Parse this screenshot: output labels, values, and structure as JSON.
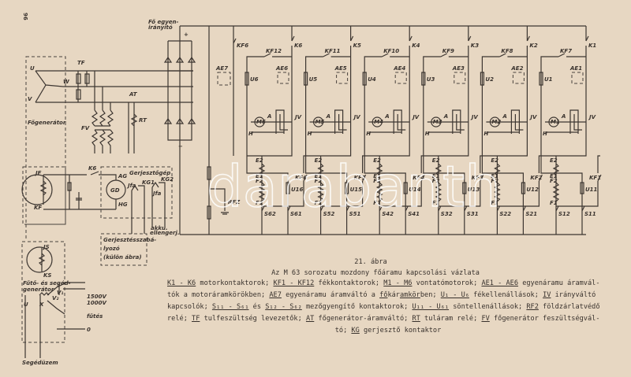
{
  "page_number": "96",
  "watermark": "darabanth",
  "caption": {
    "figure_number": "21. ábra",
    "title": "Az M 63 sorozatu mozdony főáramu kapcsolási vázlata",
    "lines": [
      [
        {
          "t": "K1 - K6",
          "u": true
        },
        {
          "t": " motorkontaktorok; "
        },
        {
          "t": "KF1 - KF12",
          "u": true
        },
        {
          "t": " fékkontaktorok; "
        },
        {
          "t": "M1 - M6",
          "u": true
        },
        {
          "t": " vontatómotorok; "
        },
        {
          "t": "AE1 - AE6",
          "u": true
        },
        {
          "t": " egyenáramu áramvál-"
        }
      ],
      [
        {
          "t": "tók a motoráramkörökben; "
        },
        {
          "t": "AE7",
          "u": true
        },
        {
          "t": " egyenáramu áramváltó a "
        },
        {
          "t": "fő",
          "u": true
        },
        {
          "t": "kár"
        },
        {
          "t": "amkör",
          "u": true
        },
        {
          "t": "ben; "
        },
        {
          "t": "U₁ - U₆",
          "u": true
        },
        {
          "t": " fékellenállások; "
        },
        {
          "t": "IV",
          "u": true
        },
        {
          "t": " irányváltó"
        }
      ],
      [
        {
          "t": "kapcsolók; "
        },
        {
          "t": "S₁₁ - S₆₁",
          "u": true
        },
        {
          "t": " és "
        },
        {
          "t": "S₁₂ - S₆₂",
          "u": true
        },
        {
          "t": " mezőgyengítő kontaktorok; "
        },
        {
          "t": "U₁₁ - U₆₁",
          "u": true
        },
        {
          "t": " söntellenállások; "
        },
        {
          "t": "RF2",
          "u": true
        },
        {
          "t": " földzárlatvédő"
        }
      ],
      [
        {
          "t": "relé; "
        },
        {
          "t": "TF",
          "u": true
        },
        {
          "t": " tulfeszültség levezetők; "
        },
        {
          "t": "AT",
          "u": true
        },
        {
          "t": " főgenerátor-áramváltó; "
        },
        {
          "t": "RT",
          "u": true
        },
        {
          "t": " tuláram relé; "
        },
        {
          "t": "FV",
          "u": true
        },
        {
          "t": " főgenerátor feszültségvál-"
        }
      ],
      [
        {
          "t": "tó; "
        },
        {
          "t": "KG",
          "u": true
        },
        {
          "t": " gerjesztő kontaktor"
        }
      ]
    ]
  },
  "labels": {
    "rectifier": [
      "Fő egyen-",
      "irányító"
    ],
    "plus": "+",
    "minus": "−",
    "tf": "TF",
    "u": "U",
    "v": "V",
    "w": "W",
    "main_generator": "Főgenerátor",
    "fv": "FV",
    "at": "AT",
    "rt": "RT",
    "jf": "JF",
    "kf": "KF",
    "k6": "K6",
    "gd": "GD",
    "ag": "AG",
    "hg": "HG",
    "exciter": "Gerjesztőgép",
    "jfa1": "Jfa",
    "kg1": "KG1",
    "jfa2": "Jfa",
    "kg2": "KG2",
    "akku": [
      "akku.",
      "ellengerj."
    ],
    "regulator": [
      "Gerjesztésszabá-",
      "lyozó",
      "(külön ábra)"
    ],
    "js": "JS",
    "ks": "KS",
    "aux_generator": [
      "Fűtő- és segéd-",
      "generátor"
    ],
    "v1": "V₁",
    "v2": "V₂",
    "u2": "U",
    "x": "X",
    "v1500": "1500V",
    "v1000": "1000V",
    "heating": "fűtés",
    "zero": "0",
    "auxiliary": "Segédüzem",
    "ae7": "AE7",
    "kf6_main": "KF6",
    "rfz": "RFZ"
  },
  "columns": [
    {
      "k": "K6",
      "kf": "KF12",
      "u": "U6",
      "ae": "AE6",
      "m": "M6",
      "iv": "JV",
      "e2": "E2",
      "e1": "E1",
      "f2": "F2",
      "f1": "F1",
      "ush": "U16",
      "kfs": "KF6",
      "s2": "S62",
      "s1": "S61",
      "a": "A",
      "h": "H"
    },
    {
      "k": "K5",
      "kf": "KF11",
      "u": "U5",
      "ae": "AE5",
      "m": "M5",
      "iv": "JV",
      "e2": "E2",
      "e1": "E1",
      "f2": "F2",
      "f1": "F1",
      "ush": "U15",
      "kfs": "KF5",
      "s2": "S52",
      "s1": "S51",
      "a": "A",
      "h": "H"
    },
    {
      "k": "K4",
      "kf": "KF10",
      "u": "U4",
      "ae": "AE4",
      "m": "M4",
      "iv": "JV",
      "e2": "E2",
      "e1": "E1",
      "f2": "F2",
      "f1": "F1",
      "ush": "U14",
      "kfs": "KF4",
      "s2": "S42",
      "s1": "S41",
      "a": "A",
      "h": "H"
    },
    {
      "k": "K3",
      "kf": "KF9",
      "u": "U3",
      "ae": "AE3",
      "m": "M3",
      "iv": "JV",
      "e2": "E2",
      "e1": "E1",
      "f2": "F2",
      "f1": "F1",
      "ush": "U13",
      "kfs": "KF3",
      "s2": "S32",
      "s1": "S31",
      "a": "A",
      "h": "H"
    },
    {
      "k": "K2",
      "kf": "KF8",
      "u": "U2",
      "ae": "AE2",
      "m": "M2",
      "iv": "JV",
      "e2": "E2",
      "e1": "E1",
      "f2": "F2",
      "f1": "F1",
      "ush": "U12",
      "kfs": "KF2",
      "s2": "S22",
      "s1": "S21",
      "a": "A",
      "h": "H"
    },
    {
      "k": "K1",
      "kf": "KF7",
      "u": "U1",
      "ae": "AE1",
      "m": "M1",
      "iv": "JV",
      "e2": "E2",
      "e1": "E1",
      "f2": "F2",
      "f1": "F1",
      "ush": "U11",
      "kfs": "KF1",
      "s2": "S12",
      "s1": "S11",
      "a": "A",
      "h": "H"
    }
  ]
}
